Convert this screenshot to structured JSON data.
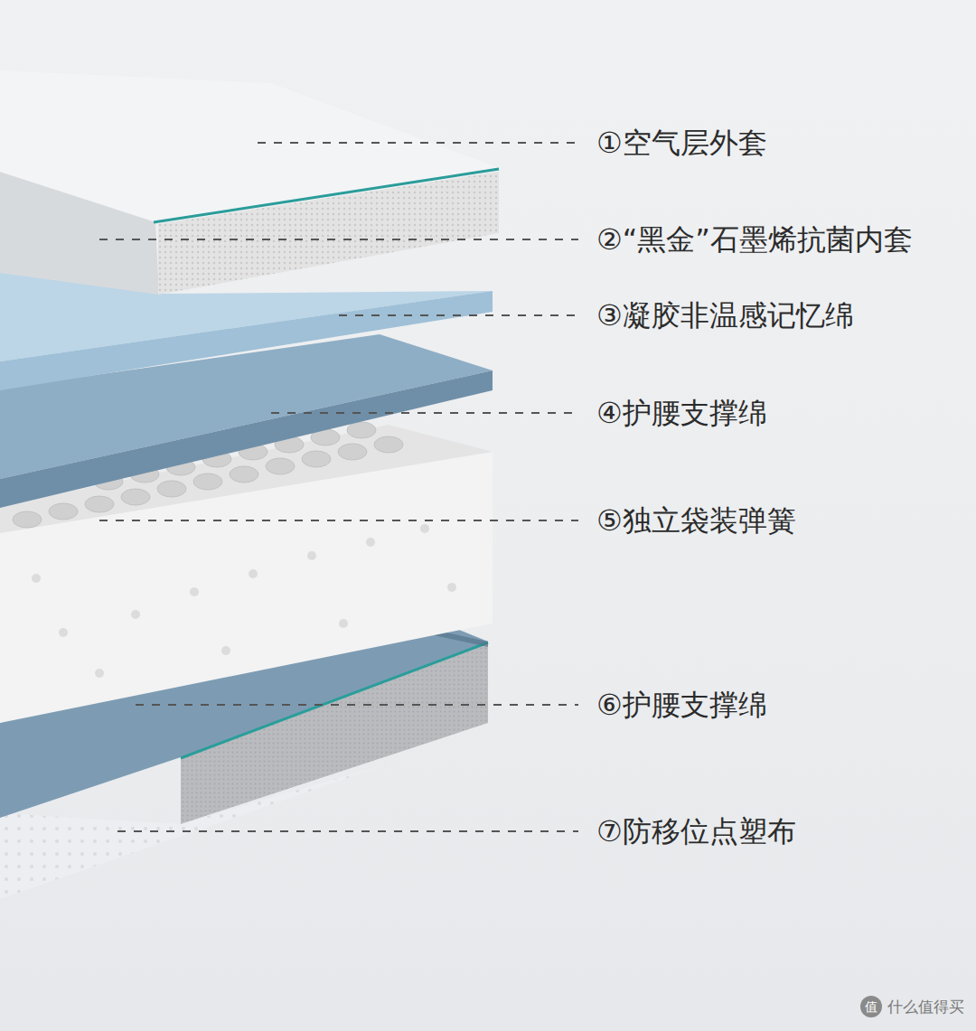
{
  "diagram": {
    "labels": [
      "①空气层外套",
      "②“黑金”石墨烯抗菌内套",
      "③凝胶非温感记忆绵",
      "④护腰支撑绵",
      "⑤独立袋装弹簧",
      "⑥护腰支撑绵",
      "⑦防移位点塑布",
      "值",
      "什么值得买"
    ]
  }
}
